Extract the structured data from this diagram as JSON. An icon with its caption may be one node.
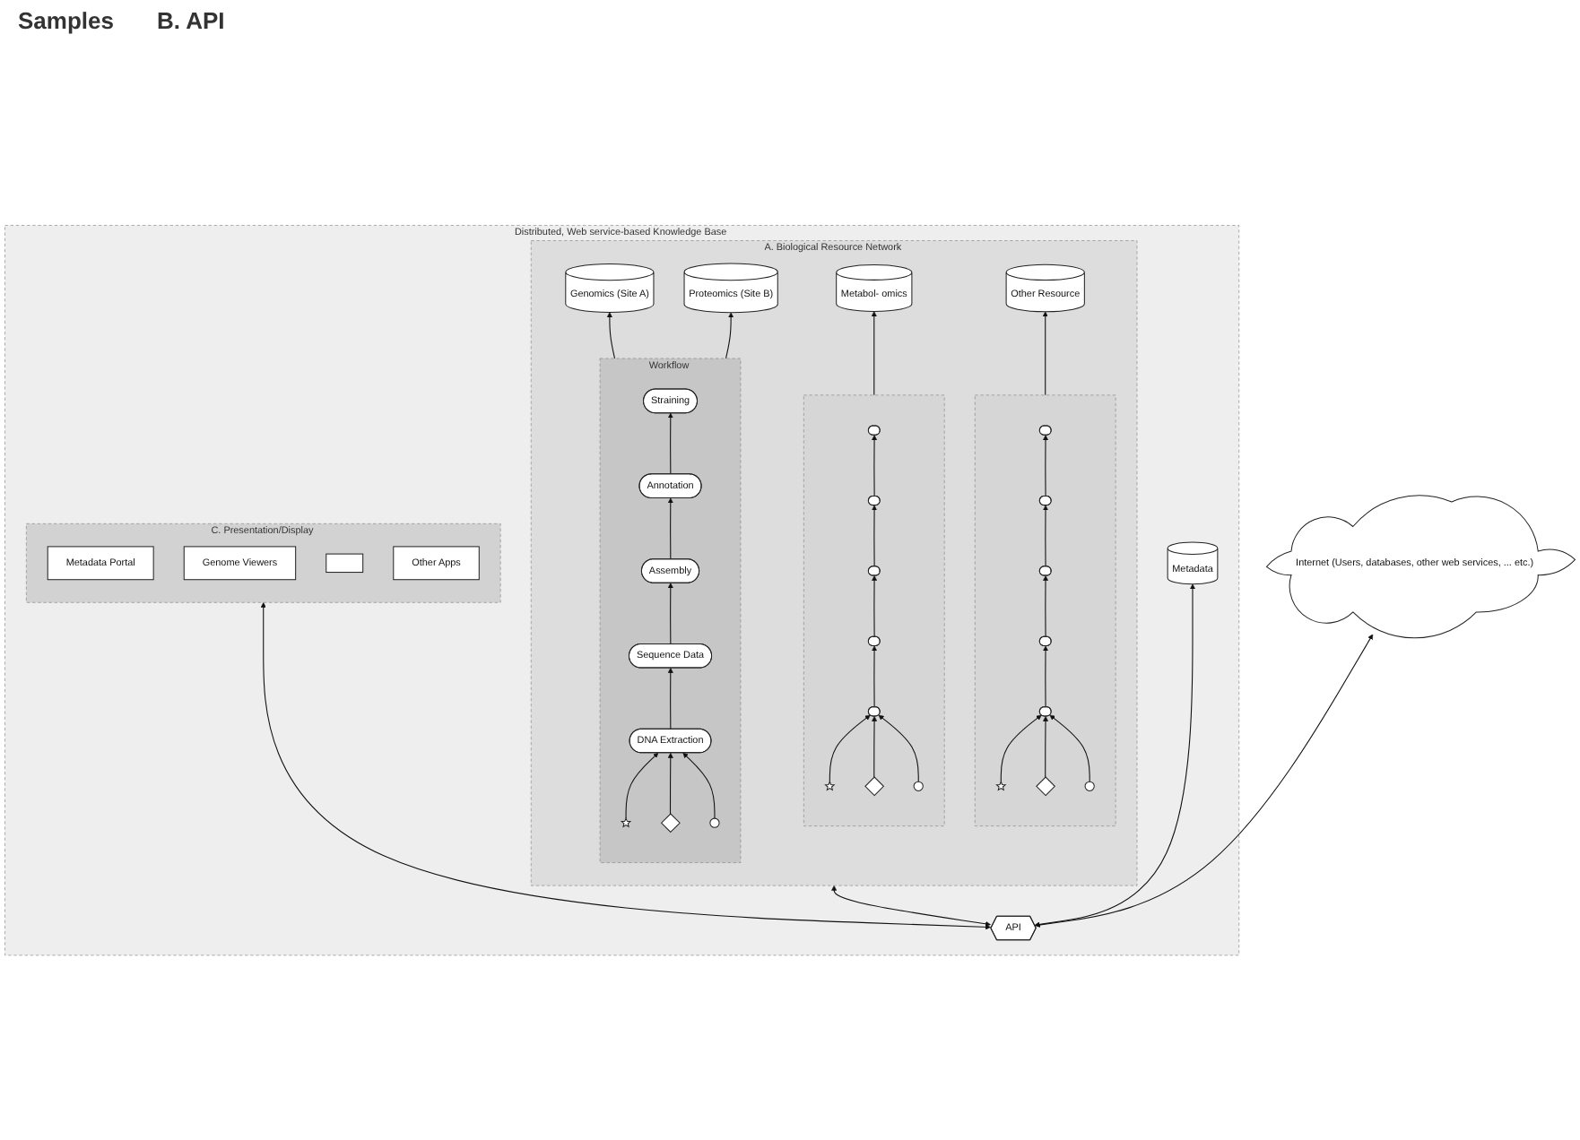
{
  "diagram": {
    "nodes": [
      {
        "text": [
          "Internet (Users, databases, other web services, ... etc.)"
        ]
      },
      {
        "text": [
          "Distributed, Web service-based Knowledge Base"
        ]
      },
      {
        "text": [
          "A. Biological Resource Network"
        ],
        "in": 1
      },
      {
        "text": [
          "Genomics (Site A)"
        ],
        "in": 2
      },
      {
        "text": [
          "Proteomics (Site B)"
        ],
        "in": 2
      },
      {
        "text": [
          "Metabol- omics"
        ],
        "in": 2
      },
      {
        "text": [
          "Other Resource"
        ],
        "in": 2
      },
      {
        "text": [
          "Workflow"
        ],
        "in": 2
      },
      {
        "text": [
          "Straining"
        ],
        "in": 7
      },
      {
        "text": [
          "Annotation"
        ],
        "in": 7
      },
      {
        "text": [
          "Assembly"
        ],
        "in": 7
      },
      {
        "text": [
          "Sequence Data"
        ],
        "in": 7
      },
      {
        "text": [
          "DNA Extraction"
        ],
        "in": 7
      },
      {
        "text": [],
        "shape": "star",
        "in": 7
      },
      {
        "text": [],
        "shape": "diamond",
        "in": 7
      },
      {
        "text": [],
        "shape": "circle",
        "in": 7
      },
      {
        "text": [],
        "shape": "box",
        "in": 2
      },
      {
        "text": [],
        "shape": "pill",
        "in": 16
      },
      {
        "text": [],
        "shape": "pill",
        "in": 16
      },
      {
        "text": [],
        "shape": "pill",
        "in": 16
      },
      {
        "text": [],
        "shape": "pill",
        "in": 16
      },
      {
        "text": [],
        "shape": "pill",
        "in": 16
      },
      {
        "text": [],
        "shape": "star",
        "in": 16
      },
      {
        "text": [],
        "shape": "diamond",
        "in": 16
      },
      {
        "text": [],
        "shape": "circle",
        "in": 16
      },
      {
        "text": [],
        "shape": "box",
        "in": 2
      },
      {
        "text": [],
        "shape": "pill",
        "in": 25
      },
      {
        "text": [],
        "shape": "pill",
        "in": 25
      },
      {
        "text": [],
        "shape": "pill",
        "in": 25
      },
      {
        "text": [],
        "shape": "pill",
        "in": 25
      },
      {
        "text": [],
        "shape": "pill",
        "in": 25
      },
      {
        "text": [],
        "shape": "star",
        "in": 25
      },
      {
        "text": [],
        "shape": "diamond",
        "in": 25
      },
      {
        "text": [],
        "shape": "circle",
        "in": 25
      },
      {
        "text": [
          "API"
        ],
        "in": 1
      },
      {
        "text": [
          "Metadata"
        ],
        "in": 1
      },
      {
        "text": [
          "C. Presentation/Display"
        ],
        "in": 1
      },
      {
        "text": [
          "Metadata Portal"
        ],
        "in": 36
      },
      {
        "text": [
          "Genome Viewers"
        ],
        "in": 36
      },
      {
        "text": [],
        "shape": "box",
        "in": 36
      },
      {
        "text": [
          "Other Apps"
        ],
        "in": 36
      }
    ],
    "edges": [
      {
        "from": 34,
        "to": 0,
        "arrow": "both"
      },
      {
        "from": 34,
        "to": 2,
        "arrow": "both"
      },
      {
        "from": 34,
        "to": 36,
        "arrow": "both"
      },
      {
        "from": 34,
        "to": 35,
        "arrow": "both"
      },
      {
        "from": 7,
        "to": 3,
        "arrow": "to"
      },
      {
        "from": 7,
        "to": 4,
        "arrow": "to"
      },
      {
        "from": 16,
        "to": 5,
        "arrow": "to"
      },
      {
        "from": 25,
        "to": 6,
        "arrow": "to"
      },
      {
        "from": 12,
        "to": 11,
        "arrow": "to"
      },
      {
        "from": 11,
        "to": 10,
        "arrow": "to"
      },
      {
        "from": 10,
        "to": 9,
        "arrow": "to"
      },
      {
        "from": 9,
        "to": 8,
        "arrow": "to"
      },
      {
        "from": 13,
        "to": 12,
        "arrow": "to"
      },
      {
        "from": 14,
        "to": 12,
        "arrow": "to"
      },
      {
        "from": 15,
        "to": 12,
        "arrow": "to"
      },
      {
        "from": 21,
        "to": 20,
        "arrow": "to"
      },
      {
        "from": 20,
        "to": 19,
        "arrow": "to"
      },
      {
        "from": 19,
        "to": 18,
        "arrow": "to"
      },
      {
        "from": 18,
        "to": 17,
        "arrow": "to"
      },
      {
        "from": 22,
        "to": 21,
        "arrow": "to"
      },
      {
        "from": 23,
        "to": 21,
        "arrow": "to"
      },
      {
        "from": 24,
        "to": 21,
        "arrow": "to"
      },
      {
        "from": 30,
        "to": 29,
        "arrow": "to"
      },
      {
        "from": 29,
        "to": 28,
        "arrow": "to"
      },
      {
        "from": 28,
        "to": 27,
        "arrow": "to"
      },
      {
        "from": 27,
        "to": 26,
        "arrow": "to"
      },
      {
        "from": 31,
        "to": 30,
        "arrow": "to"
      },
      {
        "from": 32,
        "to": 30,
        "arrow": "to"
      },
      {
        "from": 33,
        "to": 30,
        "arrow": "to"
      }
    ],
    "labels": [
      "Samples",
      "B. API"
    ]
  }
}
